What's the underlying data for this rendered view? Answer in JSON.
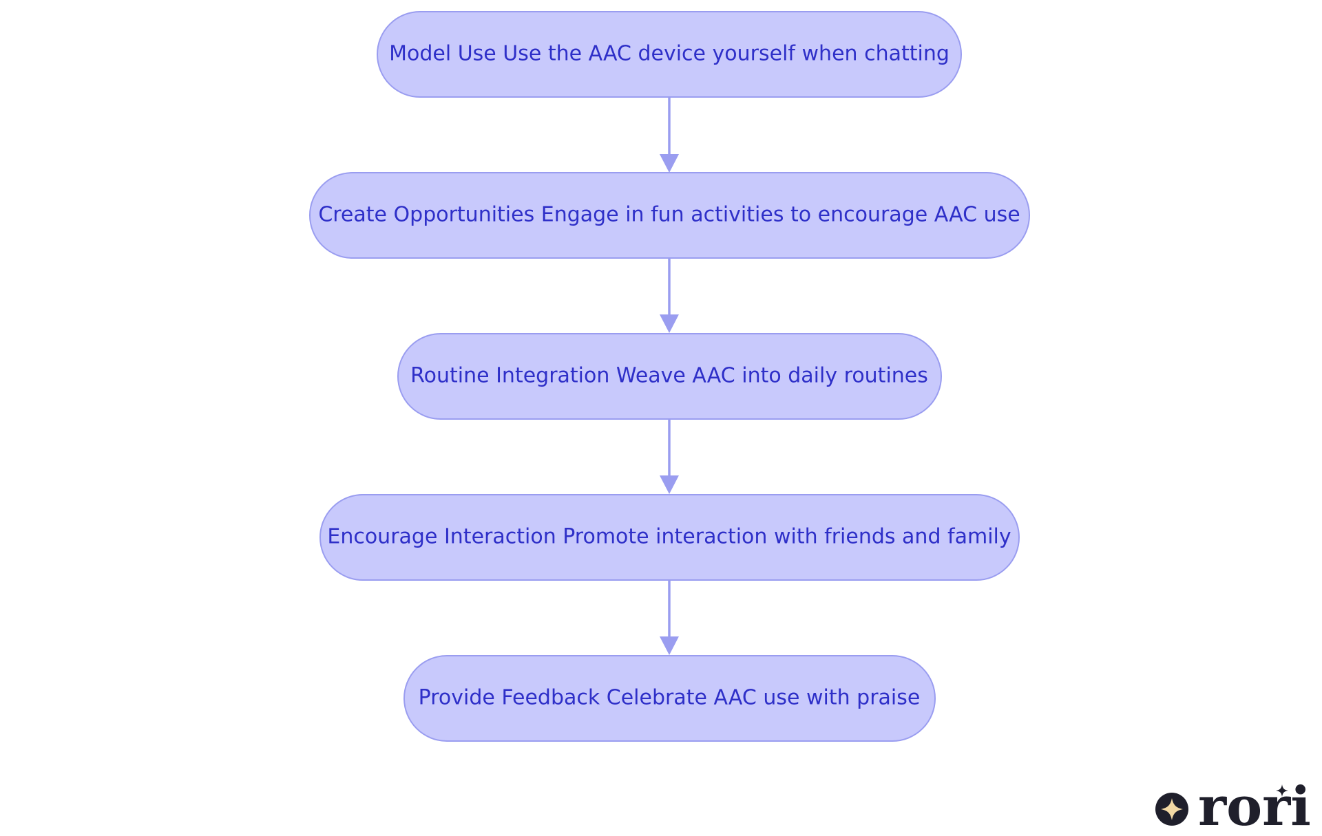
{
  "diagram": {
    "nodes": [
      {
        "id": "model-use",
        "label": "Model Use Use the AAC device yourself when chatting"
      },
      {
        "id": "create-opportunities",
        "label": "Create Opportunities Engage in fun activities to encourage AAC use"
      },
      {
        "id": "routine-integration",
        "label": "Routine Integration Weave AAC into daily routines"
      },
      {
        "id": "encourage-interaction",
        "label": "Encourage Interaction Promote interaction with friends and family"
      },
      {
        "id": "provide-feedback",
        "label": "Provide Feedback Celebrate AAC use with praise"
      }
    ],
    "edges": [
      {
        "from": "model-use",
        "to": "create-opportunities"
      },
      {
        "from": "create-opportunities",
        "to": "routine-integration"
      },
      {
        "from": "routine-integration",
        "to": "encourage-interaction"
      },
      {
        "from": "encourage-interaction",
        "to": "provide-feedback"
      }
    ]
  },
  "logo": {
    "text": "rori",
    "icon": "sparkle-icon",
    "colors": {
      "dark": "#1f1f2b",
      "star": "#f3d9a4"
    }
  },
  "colors": {
    "node_fill": "#c8c9fc",
    "node_stroke": "#9a9df0",
    "node_text": "#2e2fc8",
    "edge": "#9a9df0"
  }
}
